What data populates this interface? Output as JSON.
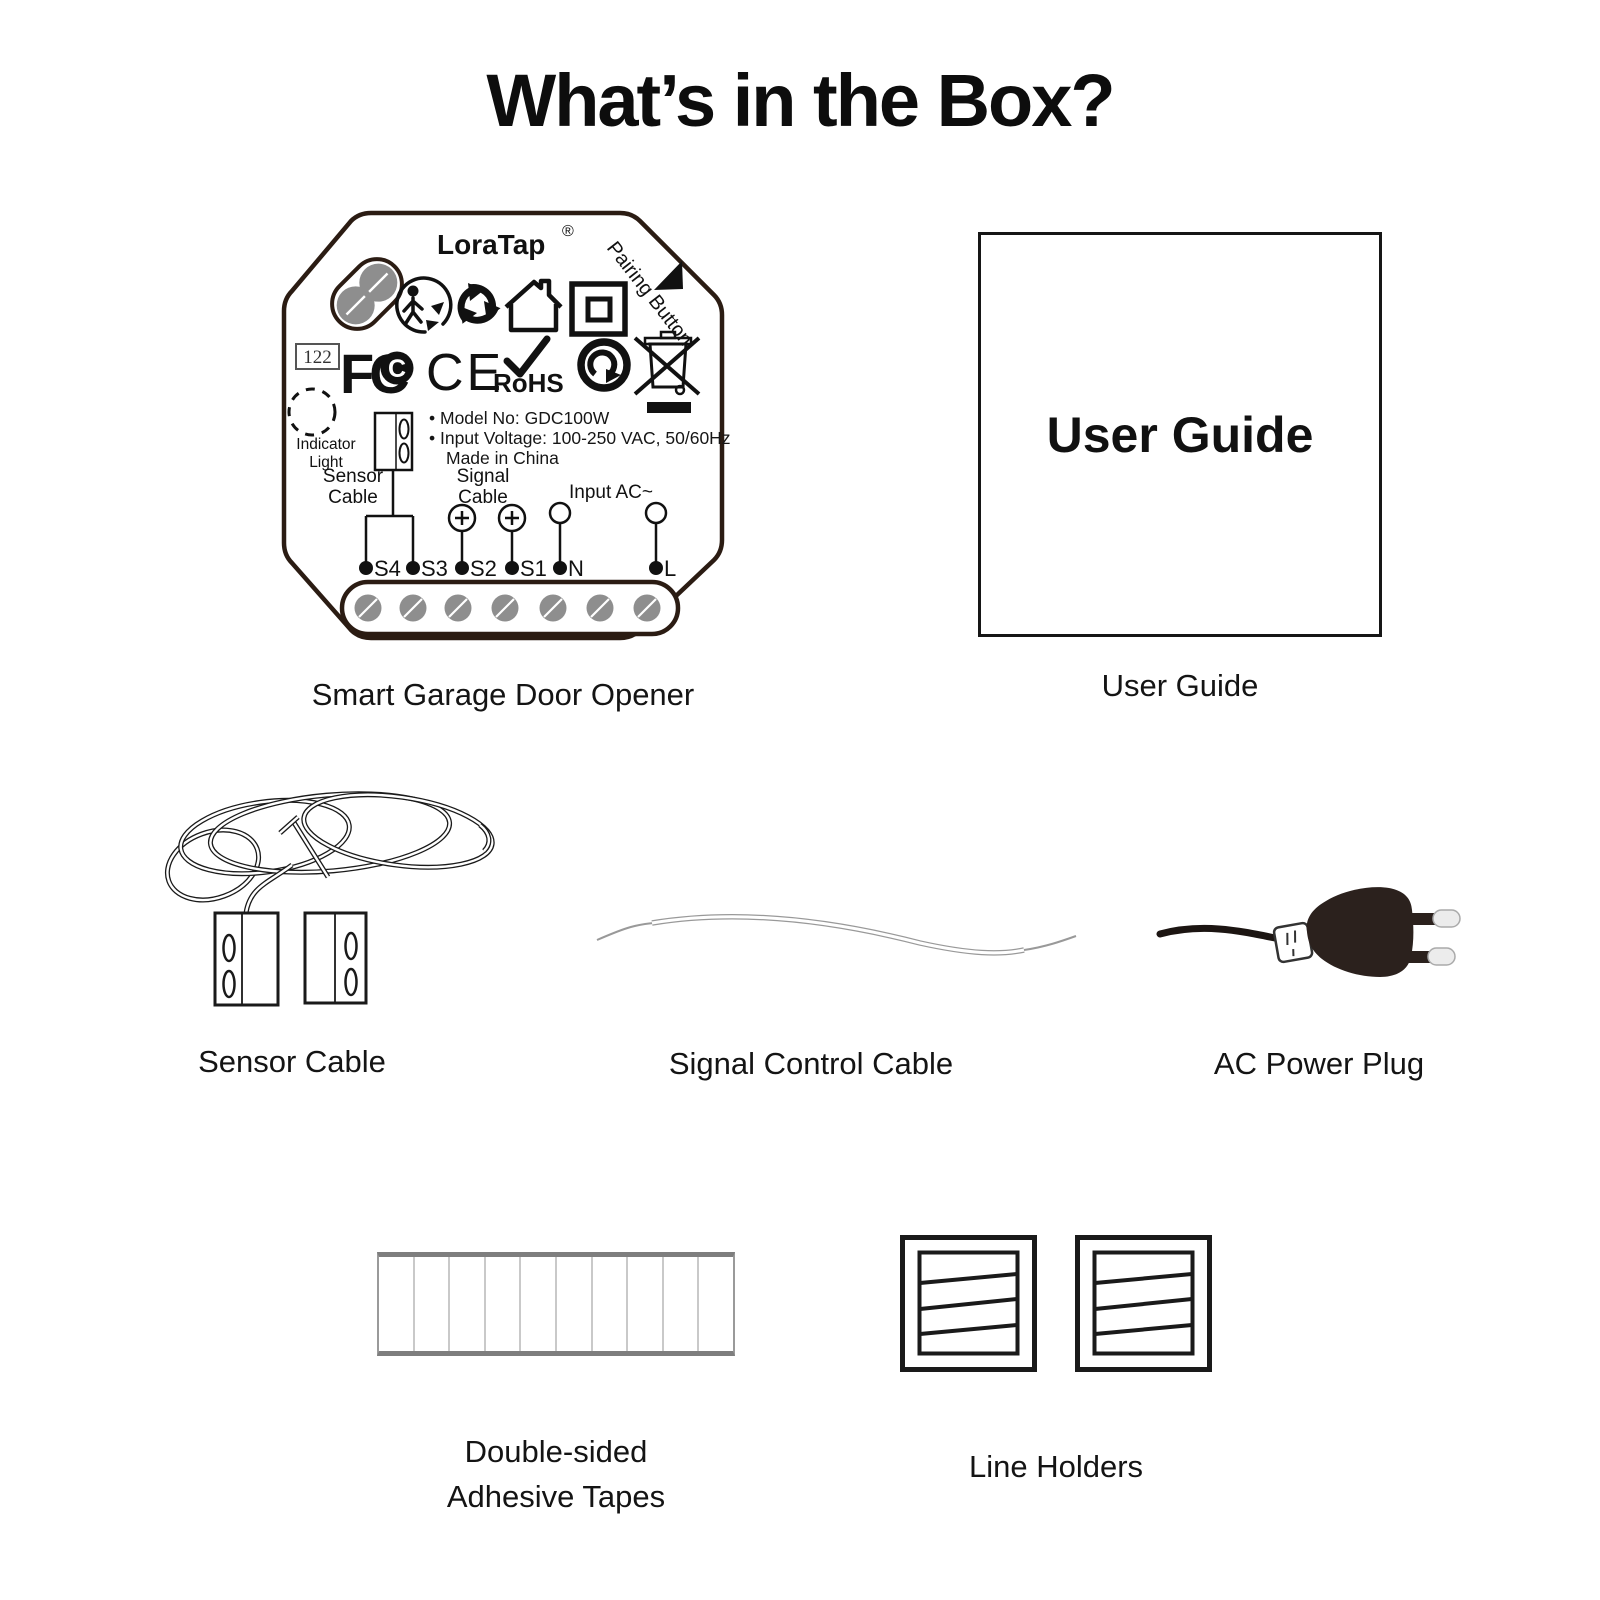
{
  "title": "What’s in the Box?",
  "device": {
    "caption": "Smart Garage Door Opener",
    "brand": "LoraTap",
    "registered_mark": "®",
    "pairing_button": "Pairing Button",
    "frame_number": "122",
    "fcc_text": "FC",
    "fcc_inner_c": "C",
    "ce_text": "CE",
    "rohs_text": "RoHS",
    "model_line": "• Model No: GDC100W",
    "voltage_line": "• Input Voltage: 100-250 VAC, 50/60Hz",
    "origin_line": "Made in China",
    "indicator_line1": "Indicator",
    "indicator_line2": "Light",
    "sensor_line1": "Sensor",
    "sensor_line2": "Cable",
    "signal_line1": "Signal",
    "signal_line2": "Cable",
    "input_ac": "Input AC~",
    "terminals": [
      "S4",
      "S3",
      "S2",
      "S1",
      "N",
      "L"
    ]
  },
  "user_guide": {
    "cover_title": "User Guide",
    "caption": "User Guide"
  },
  "sensor_cable": {
    "caption": "Sensor Cable"
  },
  "signal_cable": {
    "caption": "Signal Control Cable"
  },
  "ac_plug": {
    "caption": "AC Power Plug"
  },
  "adhesive_tapes": {
    "caption_line1": "Double-sided",
    "caption_line2": "Adhesive Tapes"
  },
  "line_holders": {
    "caption": "Line Holders"
  },
  "icons": {
    "triman": "person-with-recycling-arrows",
    "recycle": "three-arrow-recycling-loop",
    "house": "indoor-use-house",
    "double_insulation": "class-ii-double-square",
    "check": "checkmark",
    "green_dot": "circular-arrows-dot",
    "weee": "crossed-out-wheelie-bin",
    "pairing_arrow": "solid-triangle-arrow",
    "screws": "slotted-screw-heads"
  },
  "colors": {
    "ink": "#111111",
    "device_outline": "#2b1c13",
    "screw_gray": "#8e8e8e",
    "plug_body": "#2b211d",
    "cable_gray": "#999999",
    "tape_border": "#7e7e7e"
  }
}
